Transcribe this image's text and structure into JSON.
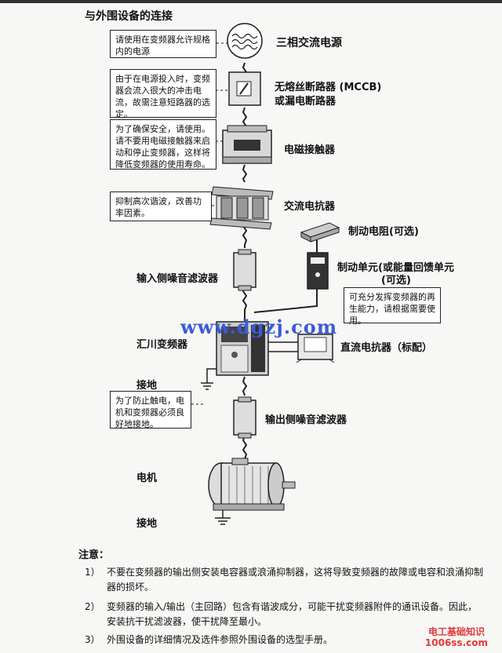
{
  "title": "与外围设备的连接",
  "notes": {
    "power_note": "请使用在变频器允许规格内的电源",
    "mccb_note": "由于在电源投入时，变频器会流入很大的冲击电流，故需注意短路器的选定。",
    "contactor_note": "为了确保安全，请使用。请不要用电磁接触器来启动和停止变频器，这样将降低变频器的使用寿命。",
    "reactor_note": "抑制高次谐波，改善功率因素。",
    "brake_note": "可充分发挥变频器的再生能力，请根据需要使用。",
    "ground_note": "为了防止触电，电机和变频器必须良好地接地。"
  },
  "labels": {
    "power": "三相交流电源",
    "mccb_1": "无熔丝断路器 (MCCB)",
    "mccb_2": "或漏电断路器",
    "contactor": "电磁接触器",
    "ac_reactor": "交流电抗器",
    "brake_resistor": "制动电阻(可选)",
    "brake_unit_1": "制动单元(或能量回馈单元",
    "brake_unit_2": "(可选)",
    "input_filter": "输入侧噪音滤波器",
    "inverter": "汇川变频器",
    "dc_reactor": "直流电抗器（标配）",
    "ground_1": "接地",
    "output_filter": "输出侧噪音滤波器",
    "motor": "电机",
    "ground_2": "接地"
  },
  "footer": {
    "heading": "注意：",
    "items": [
      {
        "num": "1）",
        "text": "不要在变频器的输出侧安装电容器或浪涌抑制器，这将导致变频器的故障或电容和浪涌抑制器的损坏。"
      },
      {
        "num": "2）",
        "text": "变频器的输入/输出（主回路）包含有谐波成分，可能干扰变频器附件的通讯设备。因此，安装抗干扰滤波器，使干扰降至最小。"
      },
      {
        "num": "3）",
        "text": "外围设备的详细情况及选件参照外围设备的选型手册。"
      }
    ]
  },
  "watermarks": {
    "center": "www.dgzj.com",
    "corner_1": "电工基础知识",
    "corner_2": "1006ss.com"
  }
}
